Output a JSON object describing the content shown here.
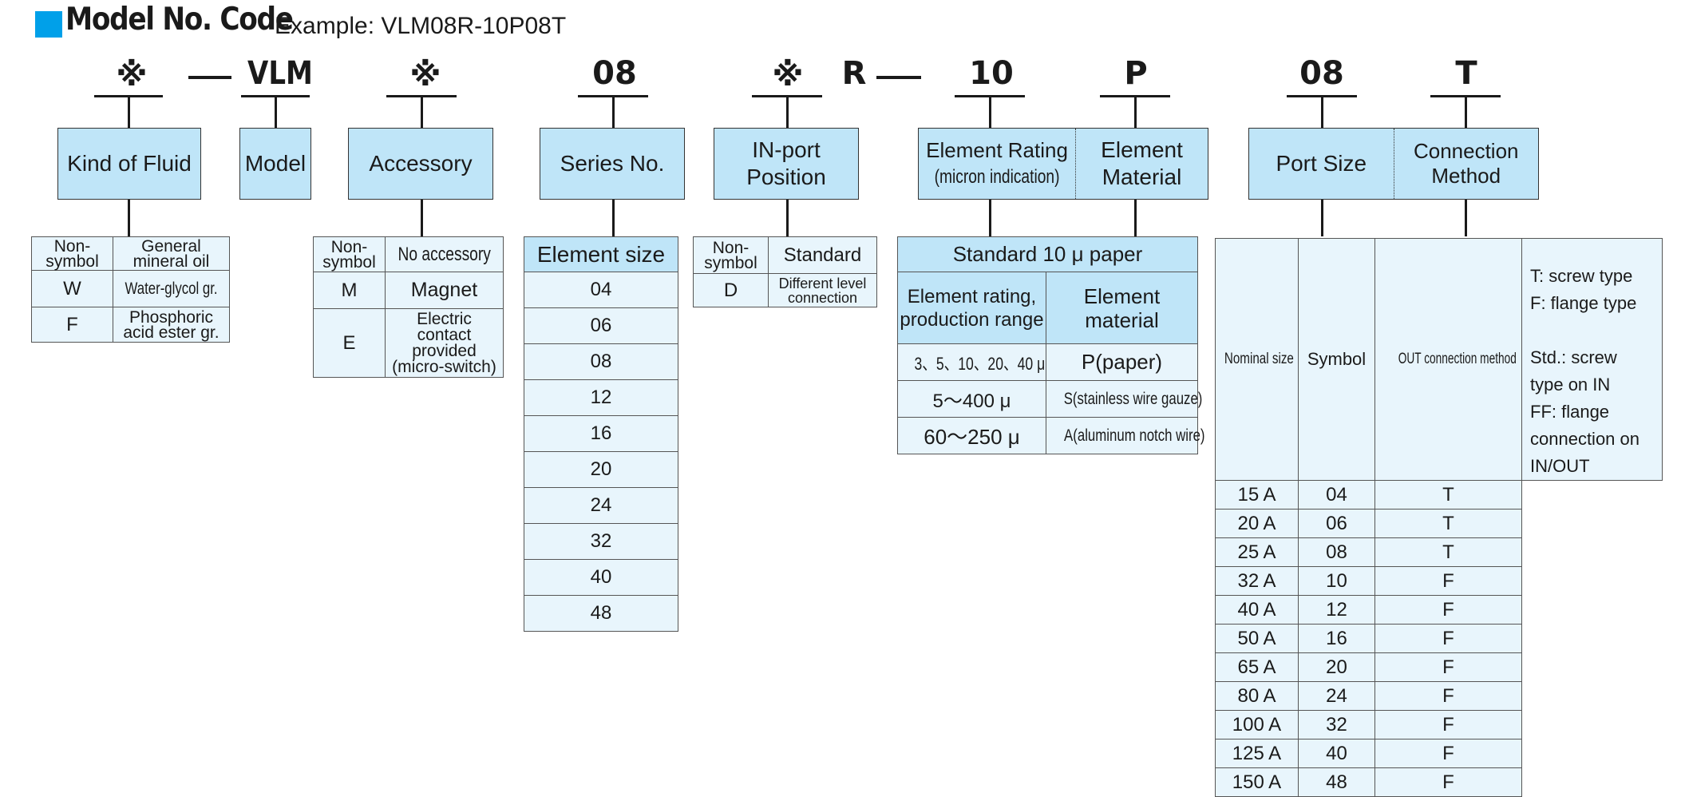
{
  "header": {
    "title": "Model No. Code",
    "example": "Example: VLM08R-10P08T"
  },
  "code_symbols": {
    "fluid": "※",
    "model": "VLM",
    "accessory": "※",
    "series": "08",
    "inport": "※",
    "r_letter": "R",
    "rating": "10",
    "material": "P",
    "port": "08",
    "connection": "T"
  },
  "boxes": {
    "fluid": "Kind of Fluid",
    "model": "Model",
    "accessory": "Accessory",
    "series": "Series No.",
    "inport_1": "IN-port",
    "inport_2": "Position",
    "rating_1": "Element Rating",
    "rating_2": "(micron indication)",
    "material_1": "Element",
    "material_2": "Material",
    "port": "Port Size",
    "connection_1": "Connection",
    "connection_2": "Method"
  },
  "fluid_table": [
    {
      "code": "Non-\nsymbol",
      "desc": "General\nmineral oil"
    },
    {
      "code": "W",
      "desc": "Water-glycol gr."
    },
    {
      "code": "F",
      "desc": "Phosphoric\nacid ester gr."
    }
  ],
  "accessory_table": [
    {
      "code": "Non-\nsymbol",
      "desc": "No accessory"
    },
    {
      "code": "M",
      "desc": "Magnet"
    },
    {
      "code": "E",
      "desc": "Electric\ncontact\nprovided\n(micro-switch)"
    }
  ],
  "series_table": {
    "header": "Element size",
    "values": [
      "04",
      "06",
      "08",
      "12",
      "16",
      "20",
      "24",
      "32",
      "40",
      "48"
    ]
  },
  "inport_table": [
    {
      "code": "Non-\nsymbol",
      "desc": "Standard"
    },
    {
      "code": "D",
      "desc": "Different level\nconnection"
    }
  ],
  "element_table": {
    "title": "Standard 10 μ paper",
    "col1_header": "Element rating,\nproduction range",
    "col2_header": "Element\nmaterial",
    "rows": [
      {
        "range": "3、5、10、20、40 μ",
        "material": "P(paper)"
      },
      {
        "range": "5～400 μ",
        "material": "S(stainless wire gauze)"
      },
      {
        "range": "60～250 μ",
        "material": "A(aluminum notch wire)"
      }
    ]
  },
  "port_table": {
    "headers": [
      "Nominal size",
      "Symbol",
      "OUT connection method"
    ],
    "rows": [
      [
        "15 A",
        "04",
        "T"
      ],
      [
        "20 A",
        "06",
        "T"
      ],
      [
        "25 A",
        "08",
        "T"
      ],
      [
        "32 A",
        "10",
        "F"
      ],
      [
        "40 A",
        "12",
        "F"
      ],
      [
        "50 A",
        "16",
        "F"
      ],
      [
        "65 A",
        "20",
        "F"
      ],
      [
        "80 A",
        "24",
        "F"
      ],
      [
        "100 A",
        "32",
        "F"
      ],
      [
        "125 A",
        "40",
        "F"
      ],
      [
        "150 A",
        "48",
        "F"
      ]
    ],
    "notes": [
      "T: screw type",
      "F: flange type",
      "",
      "Std.: screw",
      "type on IN",
      "FF: flange",
      "connection on",
      "IN/OUT"
    ]
  }
}
